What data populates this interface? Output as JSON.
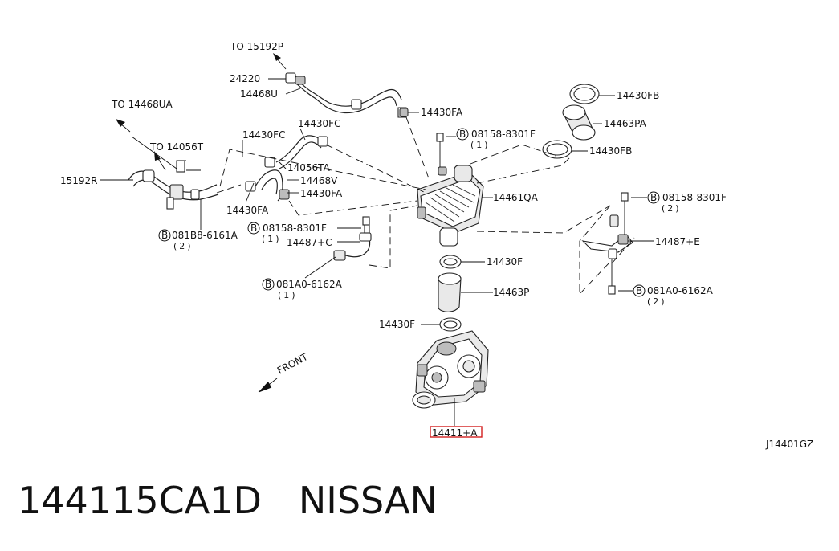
{
  "diagram": {
    "labels": {
      "to_15192p": "TO 15192P",
      "p24220": "24220",
      "p14468u": "14468U",
      "to_14468ua": "TO 14468UA",
      "to_14056t": "TO 14056T",
      "p15192r": "15192R",
      "p14430fc_a": "14430FC",
      "p14430fc_b": "14430FC",
      "p14056ta": "14056TA",
      "p14468v": "14468V",
      "p14430fa_a": "14430FA",
      "p14430fa_b": "14430FA",
      "p14430fa_c": "14430FA",
      "b081b8_6161a": "081B8-6161A",
      "qty_081b8": "(2)",
      "b08158_8301f_a": "08158-8301F",
      "qty_08158_a": "(1)",
      "p14487c": "14487+C",
      "b081a0_6162a_a": "081A0-6162A",
      "qty_081a0_a": "(1)",
      "p14430fb_a": "14430FB",
      "p14463pa": "14463PA",
      "p14430fb_b": "14430FB",
      "b08158_8301f_b": "08158-8301F",
      "qty_08158_b": "(1)",
      "p14461qa": "14461QA",
      "p14430f_a": "14430F",
      "p14463p": "14463P",
      "p14430f_b": "14430F",
      "b08158_8301f_c": "08158-8301F",
      "qty_08158_c": "(2)",
      "p14487e": "14487+E",
      "b081a0_6162a_b": "081A0-6162A",
      "qty_081a0_b": "(2)",
      "front": "FRONT",
      "p14411a": "14411+A",
      "diagram_code": "J14401GZ",
      "bolt_marker": "B"
    }
  },
  "footer": {
    "part_number": "144115CA1D",
    "brand": "NISSAN"
  },
  "colors": {
    "line": "#111111",
    "highlight": "#d21e1e",
    "background": "#ffffff"
  }
}
